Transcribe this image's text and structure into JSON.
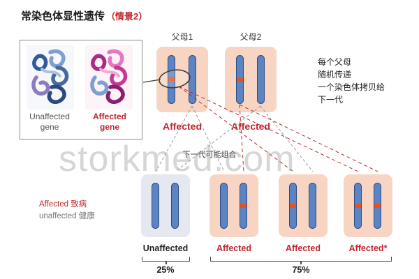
{
  "title": {
    "main": "常染色体显性遗传",
    "scenario": "（情景2）"
  },
  "gene_box": {
    "unaffected_line1": "Unaffected",
    "unaffected_line2": "gene",
    "affected_line1": "Affected",
    "affected_line2": "gene"
  },
  "parents": {
    "p1_label": "父母1",
    "p1_status": "Affected",
    "p2_label": "父母2",
    "p2_status": "Affected"
  },
  "note": {
    "line1": "每个父母",
    "line2": "随机传递",
    "line3": "一个染色体拷贝给",
    "line4": "下一代"
  },
  "next_gen_label": "下一代可能组合",
  "legend": {
    "affected": "Affected 致病",
    "unaffected": "unaffected 健康"
  },
  "offspring": {
    "o1": "Unaffected",
    "o2": "Affected",
    "o3": "Affected",
    "o4": "Affected*"
  },
  "percent": {
    "unaffected": "25%",
    "affected": "75%"
  },
  "watermark": "storkmed.com",
  "colors": {
    "affected_red": "#c0272d",
    "band_orange": "#e8501e",
    "chromosome_blue": "#5c84c4",
    "parent_card": "#f7d5c2",
    "unaffected_card": "#e5e8f1"
  }
}
